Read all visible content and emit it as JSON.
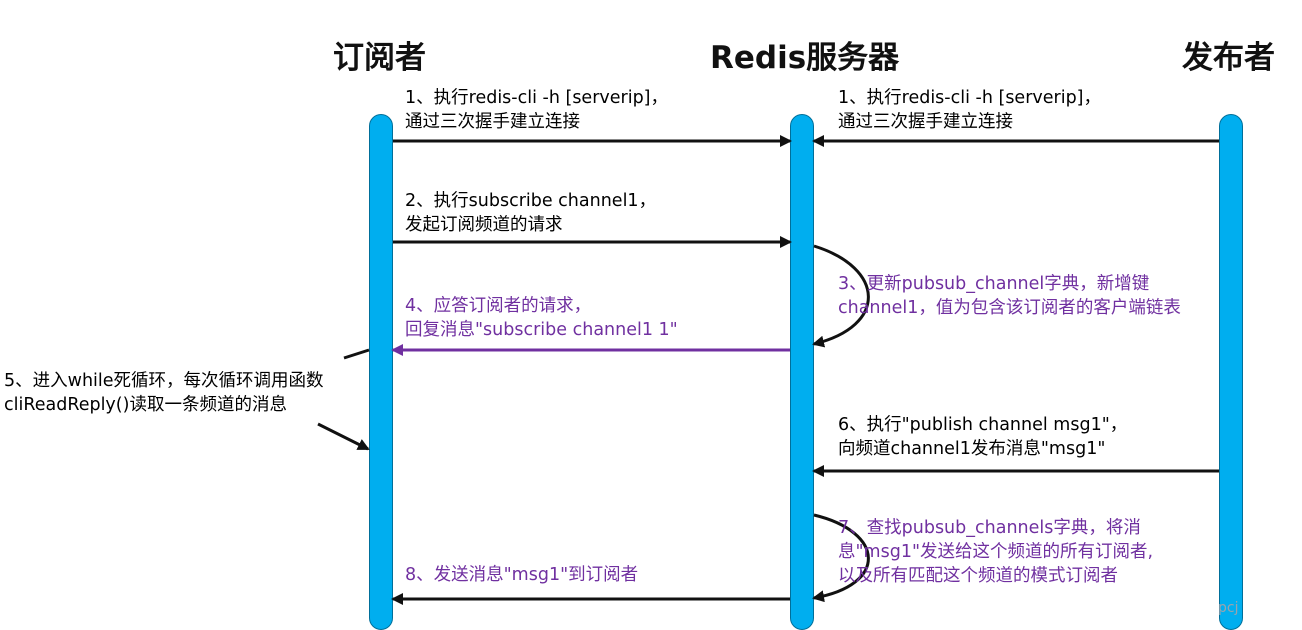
{
  "headers": {
    "subscriber": "订阅者",
    "server": "Redis服务器",
    "publisher": "发布者"
  },
  "colors": {
    "lifeline": "#00aeef",
    "arrow": "#111111",
    "purple": "#7030a0"
  },
  "steps": {
    "s1_sub": [
      "1、执行redis-cli -h [serverip]，",
      "通过三次握手建立连接"
    ],
    "s1_pub": [
      "1、执行redis-cli -h [serverip]，",
      "通过三次握手建立连接"
    ],
    "s2": [
      "2、执行subscribe channel1，",
      "发起订阅频道的请求"
    ],
    "s3": [
      "3、更新pubsub_channel字典，新增键",
      "channel1，值为包含该订阅者的客户端链表"
    ],
    "s4": [
      "4、应答订阅者的请求，",
      "回复消息\"subscribe channel1 1\""
    ],
    "s5": [
      "5、进入while死循环，每次循环调用函数",
      "cliReadReply()读取一条频道的消息"
    ],
    "s6": [
      "6、执行\"publish channel msg1\"，",
      "向频道channel1发布消息\"msg1\""
    ],
    "s7": [
      "7、查找pubsub_channels字典，将消",
      "息\"msg1\"发送给这个频道的所有订阅者,",
      "以及所有匹配这个频道的模式订阅者"
    ],
    "s8": [
      "8、发送消息\"msg1\"到订阅者"
    ]
  },
  "watermark": "pcj"
}
